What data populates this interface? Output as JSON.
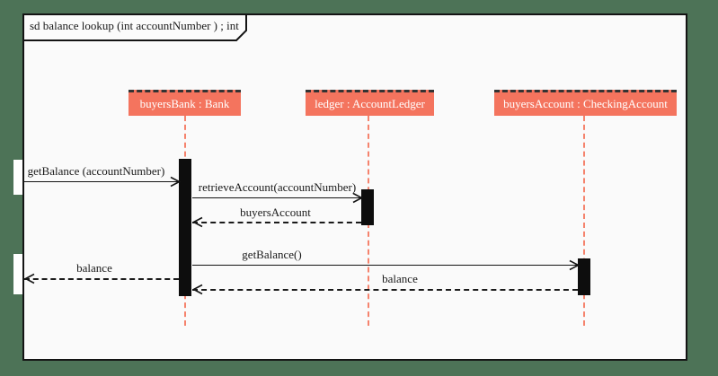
{
  "frame": {
    "label": "sd balance lookup (int accountNumber ) ; int"
  },
  "colors": {
    "background": "#4d7357",
    "canvas": "#fafafa",
    "lifeline_header_fill": "#f4745e",
    "lifeline_dash": "#f5836d",
    "line": "#141414",
    "header_text": "#ffffff"
  },
  "lifelines": [
    {
      "id": "buyersBank",
      "label": "buyersBank : Bank"
    },
    {
      "id": "ledger",
      "label": "ledger : AccountLedger"
    },
    {
      "id": "buyersAccount",
      "label": "buyersAccount : CheckingAccount"
    }
  ],
  "messages": [
    {
      "label": "getBalance (accountNumber)",
      "type": "sync-call",
      "from": "frame-gate",
      "to": "buyersBank"
    },
    {
      "label": "retrieveAccount(accountNumber)",
      "type": "sync-call",
      "from": "buyersBank",
      "to": "ledger"
    },
    {
      "label": "buyersAccount",
      "type": "return",
      "from": "ledger",
      "to": "buyersBank"
    },
    {
      "label": "getBalance()",
      "type": "sync-call",
      "from": "buyersBank",
      "to": "buyersAccount"
    },
    {
      "label": "balance",
      "type": "return",
      "from": "buyersBank",
      "to": "frame-gate"
    },
    {
      "label": "balance",
      "type": "return",
      "from": "buyersAccount",
      "to": "buyersBank"
    }
  ]
}
